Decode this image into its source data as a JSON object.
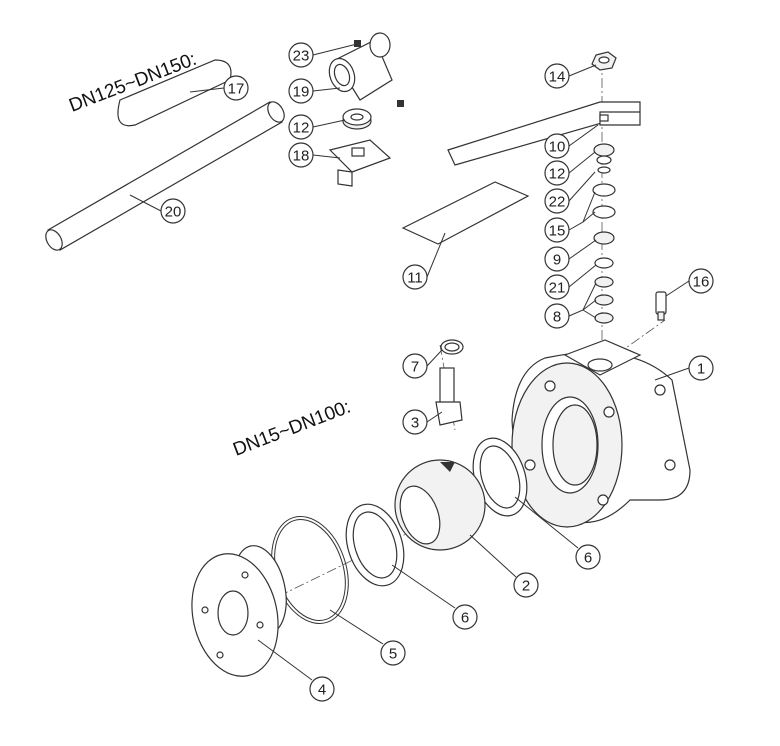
{
  "title": "Ball valve exploded view",
  "group_labels": {
    "large": "DN125~DN150:",
    "small": "DN15~DN100:"
  },
  "callouts": [
    "23",
    "19",
    "12",
    "18",
    "17",
    "20",
    "14",
    "10",
    "12",
    "22",
    "15",
    "9",
    "21",
    "8",
    "16",
    "11",
    "7",
    "3",
    "1",
    "6",
    "2",
    "6",
    "5",
    "4"
  ]
}
